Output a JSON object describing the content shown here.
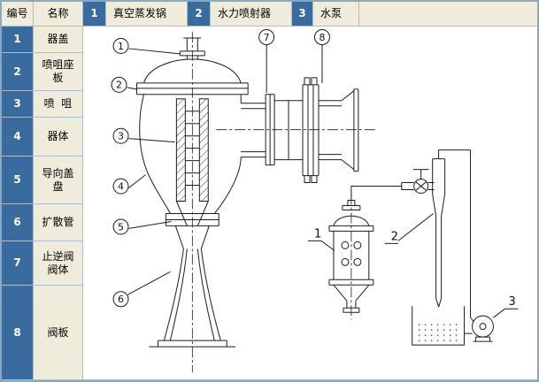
{
  "table": {
    "header_no": "编号",
    "header_name": "名称",
    "rows": [
      {
        "no": "1",
        "name": "器盖"
      },
      {
        "no": "2",
        "name": "喷咀座板"
      },
      {
        "no": "3",
        "name": "喷  咀"
      },
      {
        "no": "4",
        "name": "器体"
      },
      {
        "no": "5",
        "name": "导向盖盘"
      },
      {
        "no": "6",
        "name": "扩散管"
      },
      {
        "no": "7",
        "name": "止逆阀阀体"
      },
      {
        "no": "8",
        "name": "阀板"
      }
    ]
  },
  "legend": [
    {
      "no": "1",
      "label": "真空蒸发锅"
    },
    {
      "no": "2",
      "label": "水力喷射器"
    },
    {
      "no": "3",
      "label": "水泵"
    }
  ],
  "drawing": {
    "callouts": [
      "1",
      "2",
      "3",
      "4",
      "5",
      "6",
      "7",
      "8"
    ],
    "labels": {
      "evaporator": "1",
      "ejector": "2",
      "pump": "3"
    }
  },
  "colors": {
    "accent_blue": "#3a6b9e",
    "panel_beige": "#efecdb",
    "grid_border": "#aabfd3",
    "line_black": "#1c1c1c"
  }
}
